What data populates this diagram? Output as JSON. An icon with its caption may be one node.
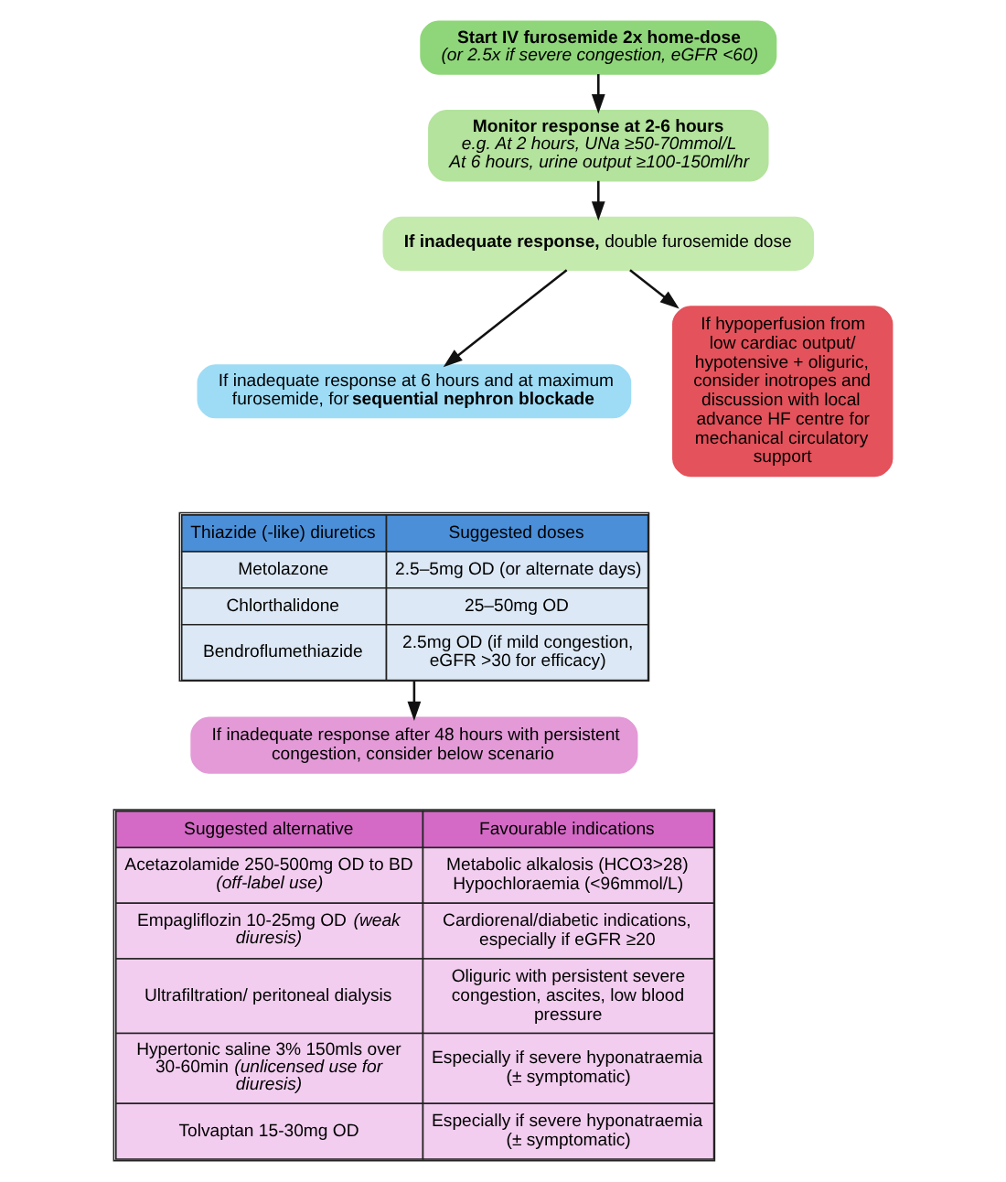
{
  "diagram": {
    "nodes": [
      {
        "text": [
          "Start IV furosemide 2x home-dose",
          "(or 2.5x if severe congestion, eGFR <60)"
        ]
      },
      {
        "text": [
          "Monitor response at 2-6 hours",
          "e.g. At 2 hours, UNa ≥50-70mmol/L",
          "At 6 hours, urine output ≥100-150ml/hr"
        ]
      },
      {
        "text": [
          "**If inadequate response,** double furosemide dose"
        ]
      },
      {
        "text": [
          "If inadequate response at 6 hours and at maximum furosemide, for **sequential nephron blockade**"
        ]
      },
      {
        "text": [
          "If hypoperfusion from low cardiac output/ hypotensive + oliguric, consider inotropes and discussion with local advance HF centre for mechanical circulatory support"
        ]
      },
      {
        "text": [
          "Thiazide (-like) diuretics",
          "Suggested doses",
          "Metolazone",
          "2.5–5mg OD (or alternate days)",
          "Chlorthalidone",
          "25–50mg OD",
          "Bendroflumethiazide",
          "2.5mg OD (if mild congestion, eGFR >30 for efficacy)"
        ]
      },
      {
        "text": [
          "If inadequate response after 48 hours with persistent congestion, consider below scenario"
        ]
      },
      {
        "text": [
          "Suggested alternative",
          "Favourable indications",
          "Acetazolamide 250-500mg OD to BD *(off-label use)*",
          "Metabolic alkalosis (HCO3>28) Hypochloraemia (<96mmol/L)",
          "Empagliflozin 10-25mg OD *(weak diuresis)*",
          "Cardiorenal/diabetic indications, especially if eGFR ≥20",
          "Ultrafiltration/ peritoneal dialysis",
          "Oliguric with persistent severe congestion, ascites, low blood pressure",
          "Hypertonic saline 3% 150mls over 30-60min *(unlicensed use for diuresis)*",
          "Especially if severe hyponatraemia (± symptomatic)",
          "Tolvaptan 15-30mg OD",
          "Especially if severe hyponatraemia (± symptomatic)"
        ]
      }
    ],
    "edges": [
      {
        "from": 0,
        "to": 1,
        "arrow": "to"
      },
      {
        "from": 1,
        "to": 2,
        "arrow": "to"
      },
      {
        "from": 2,
        "to": 3,
        "arrow": "to"
      },
      {
        "from": 2,
        "to": 4,
        "arrow": "to"
      },
      {
        "from": 5,
        "to": 6,
        "arrow": "to"
      }
    ]
  }
}
